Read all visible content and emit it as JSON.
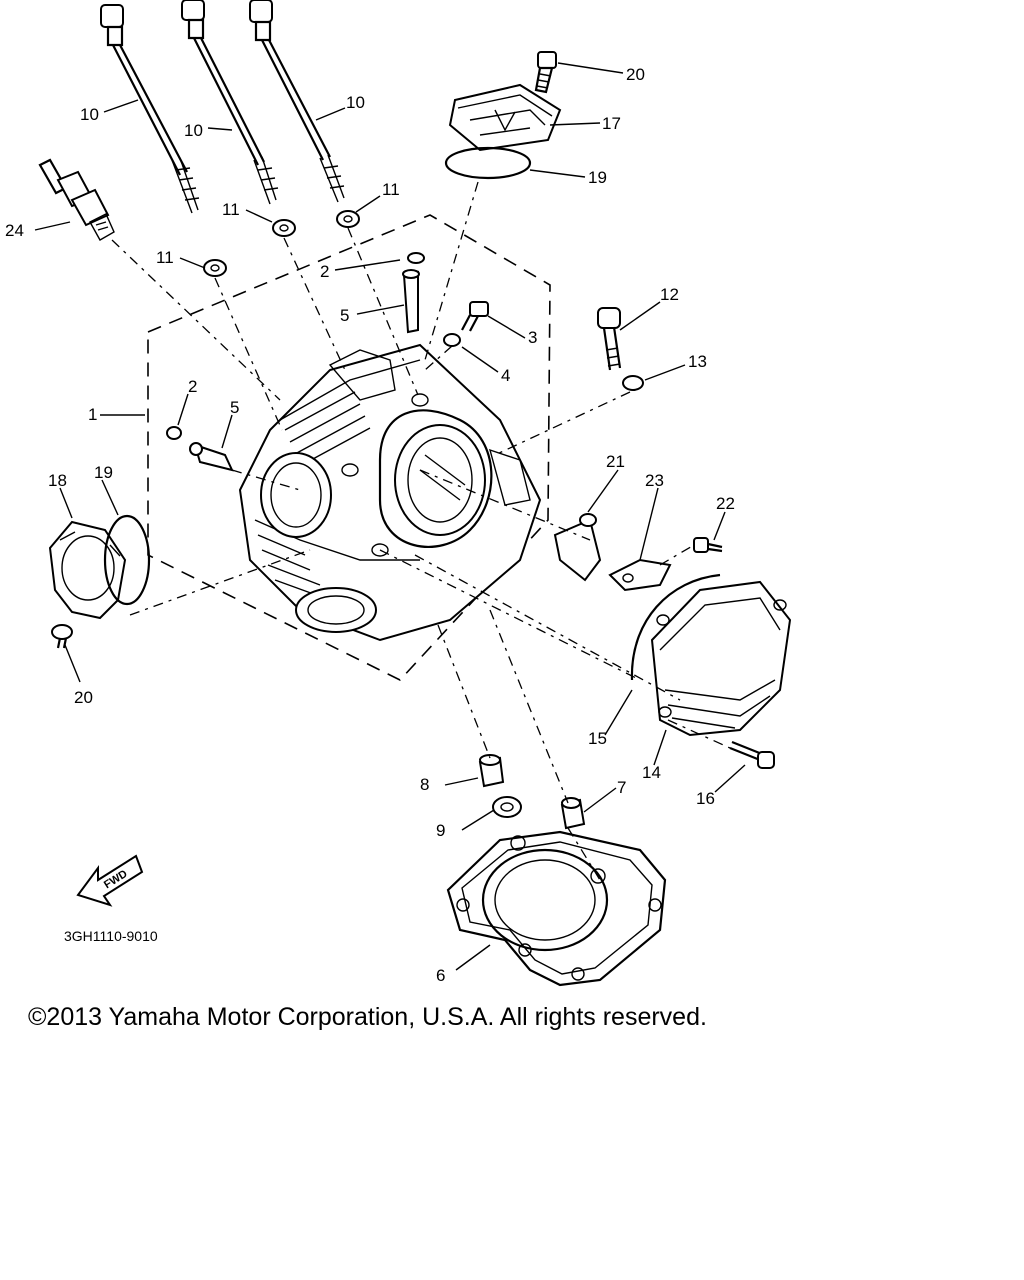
{
  "callouts": [
    {
      "id": "c10a",
      "text": "10"
    },
    {
      "id": "c10b",
      "text": "10"
    },
    {
      "id": "c10c",
      "text": "10"
    },
    {
      "id": "c11a",
      "text": "11"
    },
    {
      "id": "c11b",
      "text": "11"
    },
    {
      "id": "c11c",
      "text": "11"
    },
    {
      "id": "c24",
      "text": "24"
    },
    {
      "id": "c2a",
      "text": "2"
    },
    {
      "id": "c5a",
      "text": "5"
    },
    {
      "id": "c3",
      "text": "3"
    },
    {
      "id": "c4",
      "text": "4"
    },
    {
      "id": "c20a",
      "text": "20"
    },
    {
      "id": "c17",
      "text": "17"
    },
    {
      "id": "c19a",
      "text": "19"
    },
    {
      "id": "c12",
      "text": "12"
    },
    {
      "id": "c13",
      "text": "13"
    },
    {
      "id": "c1",
      "text": "1"
    },
    {
      "id": "c2b",
      "text": "2"
    },
    {
      "id": "c5b",
      "text": "5"
    },
    {
      "id": "c18",
      "text": "18"
    },
    {
      "id": "c19b",
      "text": "19"
    },
    {
      "id": "c21",
      "text": "21"
    },
    {
      "id": "c23",
      "text": "23"
    },
    {
      "id": "c22",
      "text": "22"
    },
    {
      "id": "c20b",
      "text": "20"
    },
    {
      "id": "c15",
      "text": "15"
    },
    {
      "id": "c14",
      "text": "14"
    },
    {
      "id": "c16",
      "text": "16"
    },
    {
      "id": "c8",
      "text": "8"
    },
    {
      "id": "c7",
      "text": "7"
    },
    {
      "id": "c9",
      "text": "9"
    },
    {
      "id": "c6",
      "text": "6"
    }
  ],
  "fwd_label": "FWD",
  "drawing_id": "3GH1110-9010",
  "copyright": "©2013 Yamaha Motor Corporation, U.S.A. All rights reserved."
}
